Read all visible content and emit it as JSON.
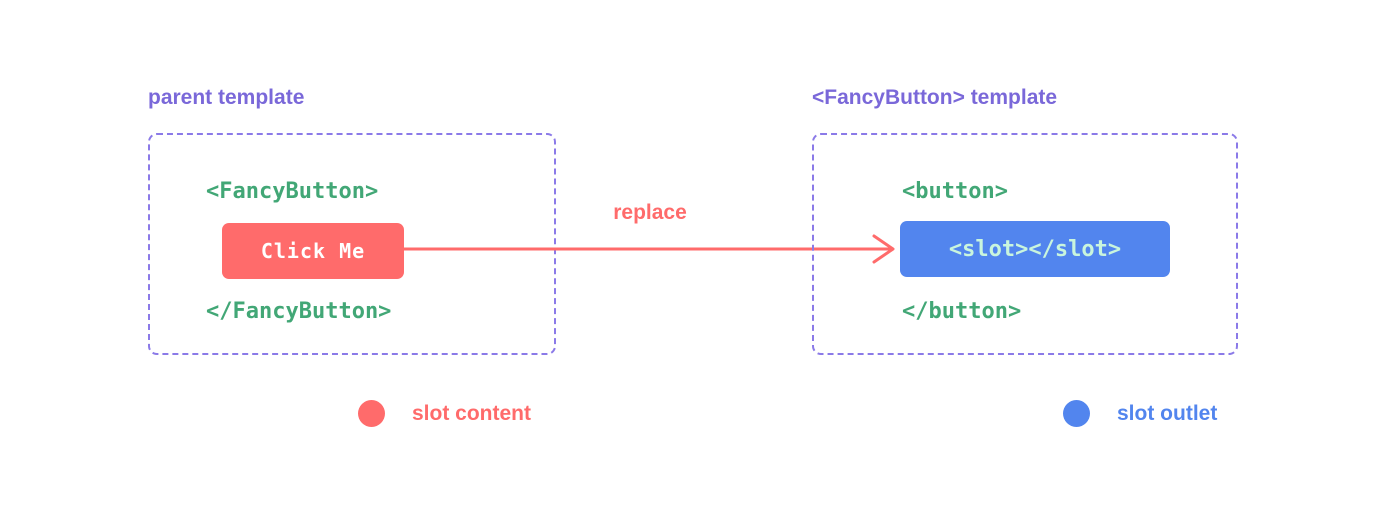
{
  "colors": {
    "purple_text": "#7a68d9",
    "purple_border": "#8b7ae8",
    "green": "#42a776",
    "red": "#ff6b6b",
    "blue": "#5285ee",
    "button_text": "#ffffff",
    "slot_text": "#c9f5dd",
    "background": "#ffffff"
  },
  "parent_panel": {
    "title": "parent template",
    "open_tag": "<FancyButton>",
    "button_label": "Click Me",
    "close_tag": "</FancyButton>"
  },
  "arrow": {
    "label": "replace"
  },
  "component_panel": {
    "title": "<FancyButton> template",
    "open_tag": "<button>",
    "slot_code": "<slot></slot>",
    "close_tag": "</button>"
  },
  "legend": {
    "slot_content_label": "slot content",
    "slot_outlet_label": "slot outlet"
  }
}
